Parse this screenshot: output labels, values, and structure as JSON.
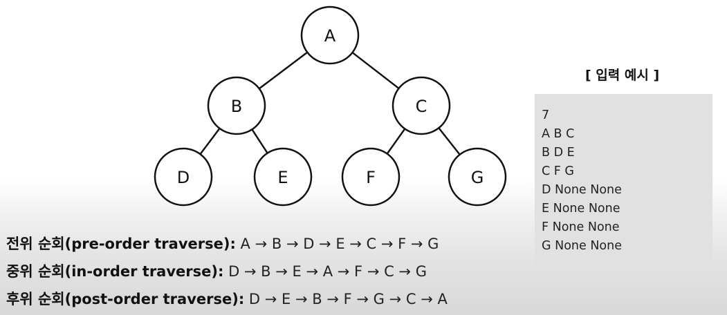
{
  "tree": {
    "nodes": [
      {
        "id": "A",
        "label": "A"
      },
      {
        "id": "B",
        "label": "B"
      },
      {
        "id": "C",
        "label": "C"
      },
      {
        "id": "D",
        "label": "D"
      },
      {
        "id": "E",
        "label": "E"
      },
      {
        "id": "F",
        "label": "F"
      },
      {
        "id": "G",
        "label": "G"
      }
    ],
    "edges": [
      [
        "A",
        "B"
      ],
      [
        "A",
        "C"
      ],
      [
        "B",
        "D"
      ],
      [
        "B",
        "E"
      ],
      [
        "C",
        "F"
      ],
      [
        "C",
        "G"
      ]
    ]
  },
  "input_example": {
    "title": "[ 입력 예시 ]",
    "lines": [
      "7",
      "A B C",
      "B D E",
      "C F G",
      "D None None",
      "E None None",
      "F None None",
      "G None None"
    ]
  },
  "traversals": [
    {
      "label": "전위 순회(pre-order traverse):",
      "sequence": "A → B → D → E → C → F → G"
    },
    {
      "label": "중위 순회(in-order traverse):",
      "sequence": "D → B → E → A → F → C → G"
    },
    {
      "label": "후위 순회(post-order traverse):",
      "sequence": "D → E → B → F → G → C → A"
    }
  ]
}
